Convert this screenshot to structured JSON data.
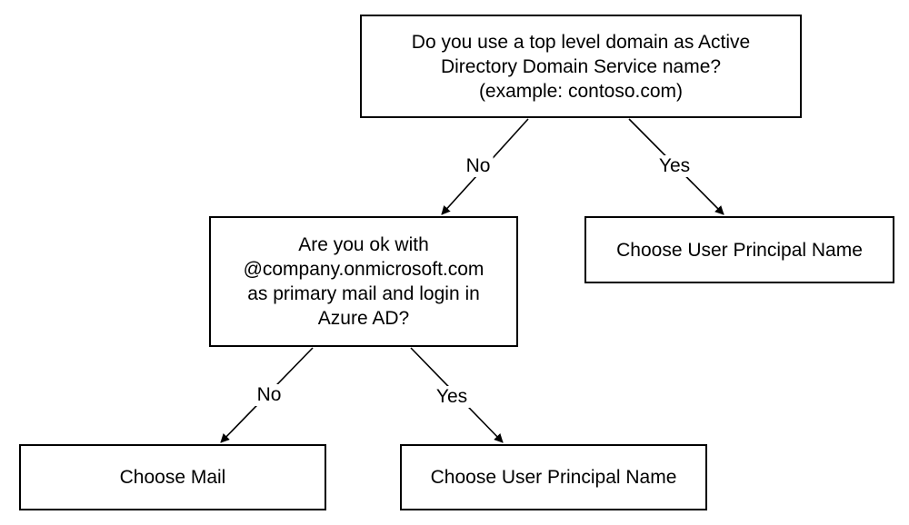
{
  "question_1": {
    "text": "Do you use a top level domain as Active\nDirectory Domain Service name?\n(example: contoso.com)"
  },
  "question_2": {
    "text": "Are you ok with\n@company.onmicrosoft.com\nas primary mail and login in\nAzure AD?"
  },
  "result_upn_top": {
    "text": "Choose User Principal Name"
  },
  "result_mail": {
    "text": "Choose Mail"
  },
  "result_upn_bottom": {
    "text": "Choose User Principal Name"
  },
  "edges": {
    "q1_no": "No",
    "q1_yes": "Yes",
    "q2_no": "No",
    "q2_yes": "Yes"
  },
  "colors": {
    "stroke": "#000000",
    "background": "#ffffff"
  }
}
